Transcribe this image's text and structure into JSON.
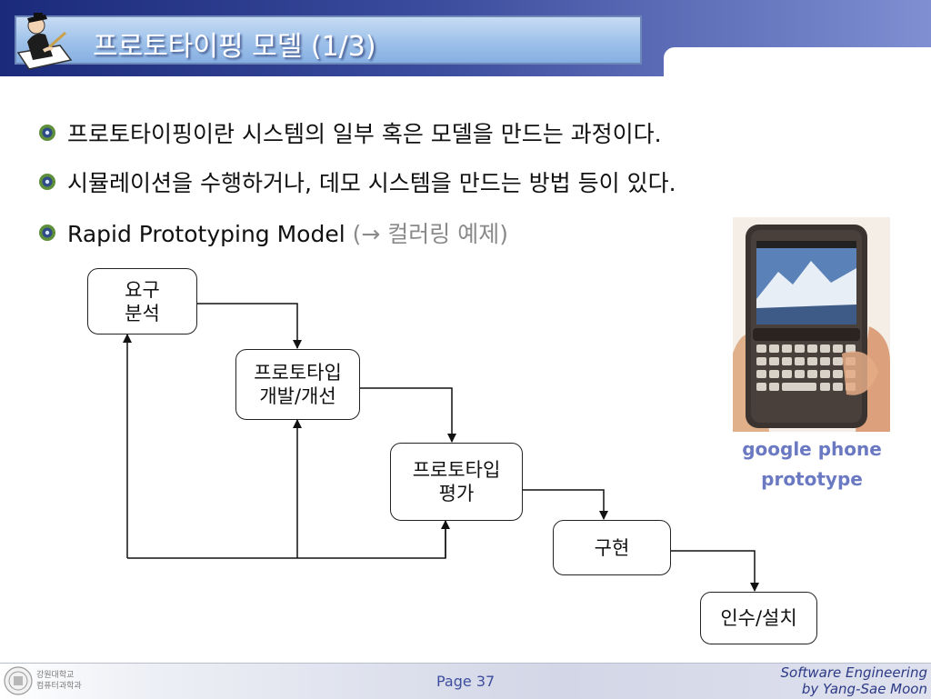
{
  "header": {
    "title": "프로토타이핑 모델 (1/3)",
    "icon": "scholar-writing-icon"
  },
  "bullets": [
    {
      "text": "프로토타이핑이란 시스템의 일부 혹은 모델을 만드는 과정이다."
    },
    {
      "text": "시뮬레이션을 수행하거나, 데모 시스템을 만드는 방법 등이 있다."
    },
    {
      "text": "Rapid Prototyping Model ",
      "ref_open": "(",
      "ref_arrow": "→",
      "ref_text": " 컬러링 예제",
      "ref_close": ")"
    }
  ],
  "flowchart": {
    "nodes": [
      {
        "label": "요구\n분석"
      },
      {
        "label": "프로토타입\n개발/개선"
      },
      {
        "label": "프로토타입\n평가"
      },
      {
        "label": "구현"
      },
      {
        "label": "인수/설치"
      }
    ]
  },
  "photo": {
    "caption_line1": "google phone",
    "caption_line2": "prototype"
  },
  "footer": {
    "dept_line1": "강원대학교",
    "dept_line2": "컴퓨터과학과",
    "page": "Page 37",
    "course_line1": "Software Engineering",
    "course_line2": "by Yang-Sae Moon"
  },
  "colors": {
    "header_dark": "#1b2a7a",
    "caption": "#6a79c2",
    "page_number": "#3e4e9e"
  }
}
